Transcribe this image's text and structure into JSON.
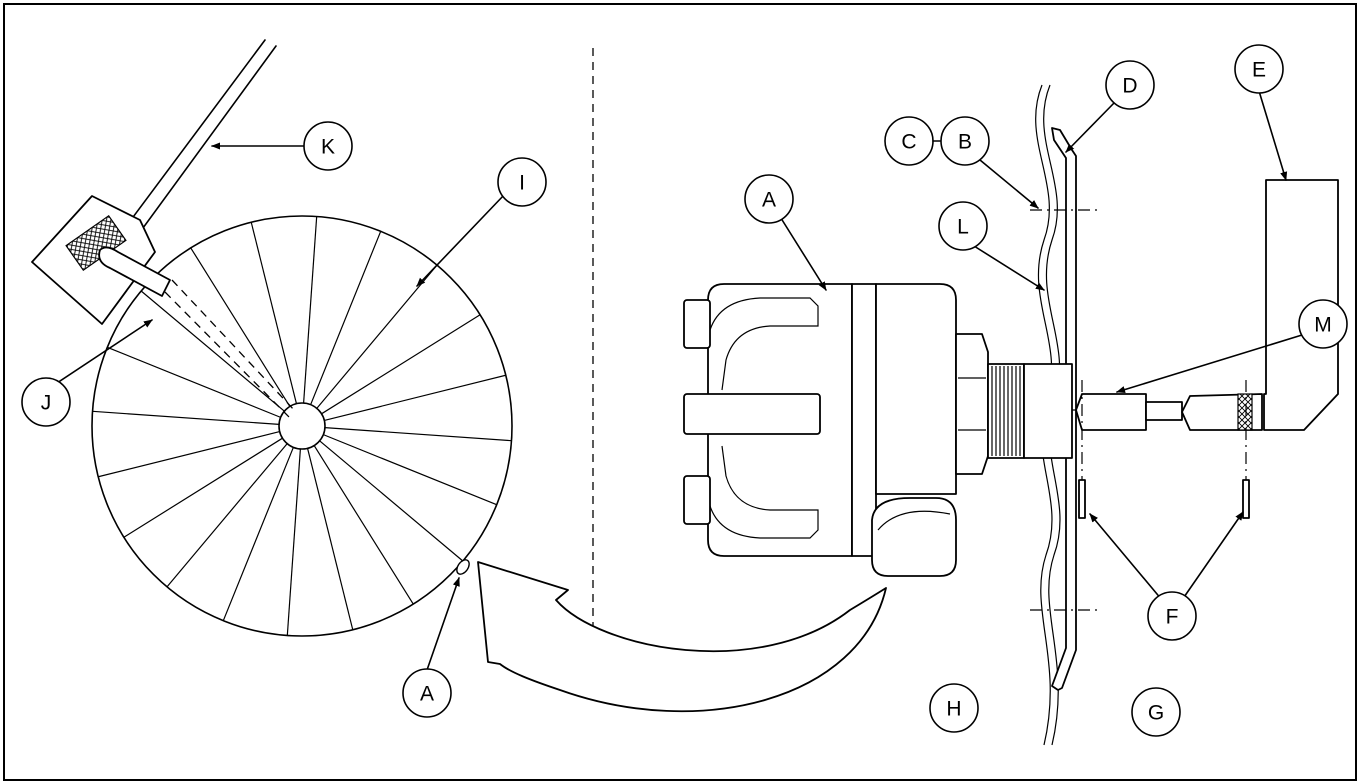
{
  "callouts": {
    "a1": "A",
    "a2": "A",
    "b": "B",
    "c": "C",
    "d": "D",
    "e": "E",
    "f": "F",
    "g": "G",
    "h": "H",
    "i": "I",
    "j": "J",
    "k": "K",
    "l": "L",
    "m": "M"
  }
}
